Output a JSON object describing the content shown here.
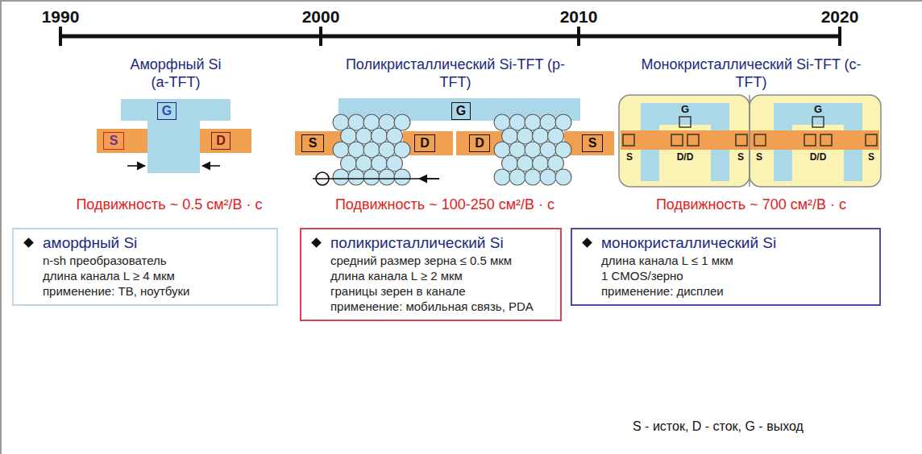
{
  "diagram": {
    "nodes": [
      {
        "text": [
          "G"
        ]
      },
      {
        "text": [
          "S"
        ]
      },
      {
        "text": [
          "D"
        ]
      },
      {
        "text": [
          "G"
        ]
      },
      {
        "text": [
          "S"
        ]
      },
      {
        "text": [
          "D"
        ]
      },
      {
        "text": [
          "D"
        ]
      },
      {
        "text": [
          "S"
        ]
      },
      {
        "text": [
          "аморфный Si",
          "n-sh преобразователь",
          "длина канала L ≥ 4 мкм",
          "применение: ТВ, ноутбуки"
        ]
      },
      {
        "text": [
          "поликристаллический Si",
          "средний размер зерна ≤ 0.5 мкм",
          "длина канала L ≥ 2 мкм",
          "границы зерен в канале",
          "применение: мобильная связь, PDA"
        ]
      },
      {
        "text": [
          "монокристаллический Si",
          "длина канала L ≤ 1 мкм",
          "1 CMOS/зерно",
          "применение: дисплеи"
        ]
      }
    ],
    "labels": [
      "1990",
      "2000",
      "2010",
      "2020",
      "Аморфный Si (a-TFT)",
      "Поликристаллический Si-TFT (p-TFT)",
      "Монокристаллический Si-TFT (c-TFT)",
      "Подвижность ~ 0.5 см²/В · с",
      "Подвижность ~ 100-250 см²/В · с",
      "Подвижность ~ 700 см²/В · с",
      "G",
      "G",
      "S",
      "D/D",
      "S",
      "S",
      "D/D",
      "S",
      "S - исток, D - сток, G - выход"
    ]
  }
}
